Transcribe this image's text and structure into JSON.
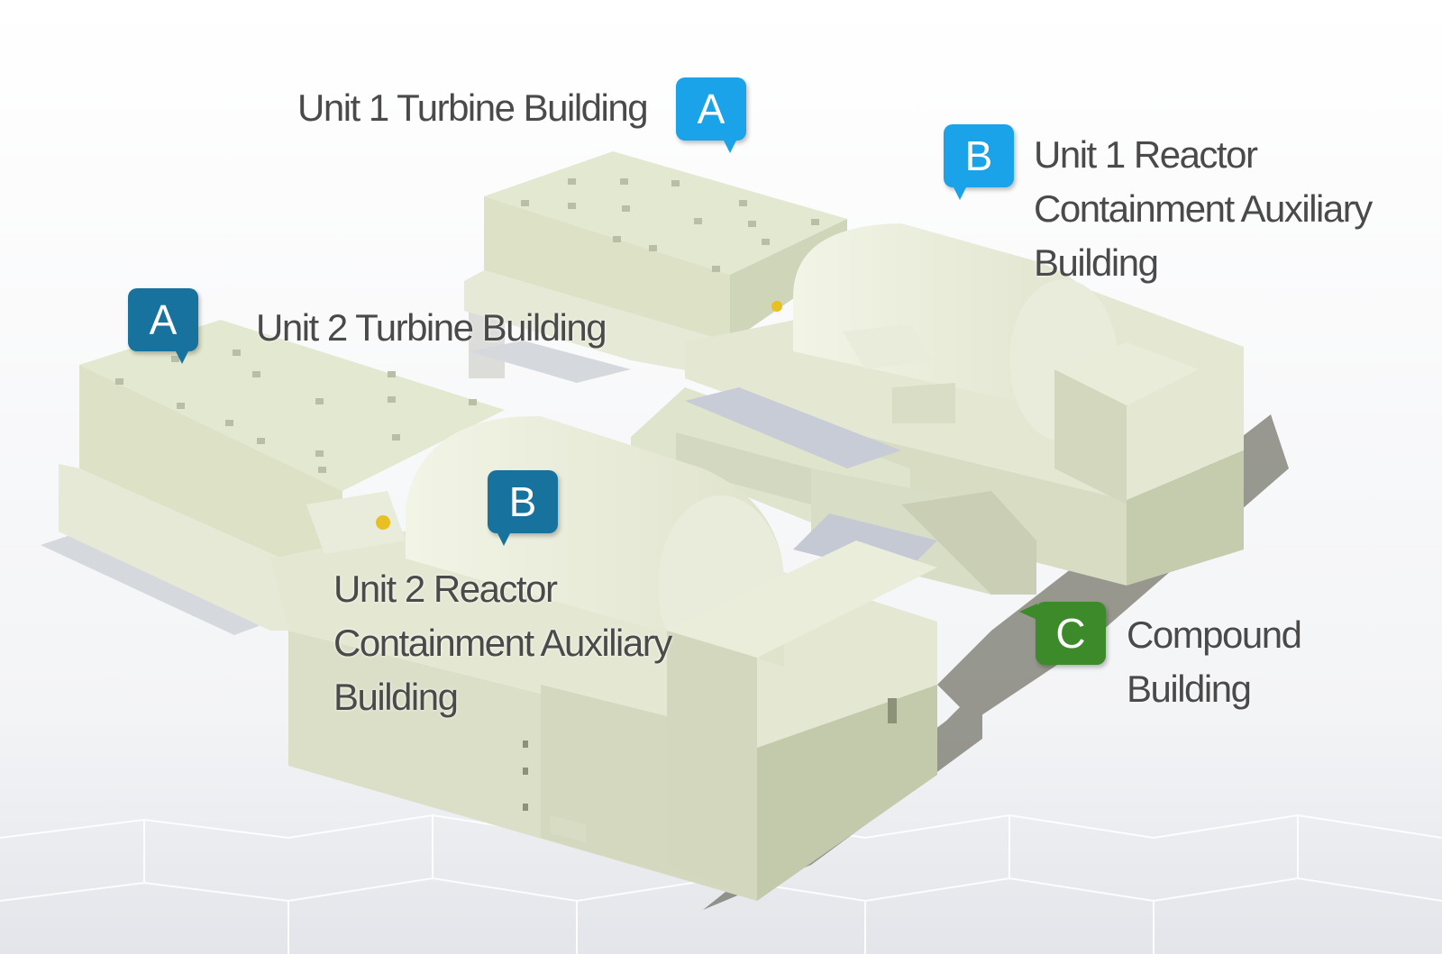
{
  "colors": {
    "badge_a_unit1": "#1aa3e8",
    "badge_a_unit2": "#17739e",
    "badge_b_unit1": "#1aa3e8",
    "badge_b_unit2": "#17739e",
    "badge_c": "#3d8a2a",
    "building": "#e7ebd5",
    "building_shadow": "#c9cfb4"
  },
  "labels": {
    "unit1_turbine": "Unit 1 Turbine Building",
    "unit2_turbine": "Unit 2 Turbine Building",
    "unit1_reactor": [
      "Unit 1 Reactor",
      "Containment Auxiliary",
      "Building"
    ],
    "unit2_reactor": [
      "Unit 2 Reactor",
      "Containment Auxiliary",
      "Building"
    ],
    "compound": [
      "Compound",
      "Building"
    ]
  },
  "badges": {
    "a1": "A",
    "a2": "A",
    "b1": "B",
    "b2": "B",
    "c": "C"
  }
}
